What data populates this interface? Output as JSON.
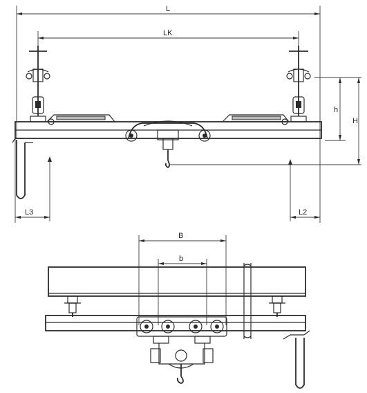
{
  "labels": {
    "L": "L",
    "LK": "LK",
    "h": "h",
    "H": "H",
    "L3": "L3",
    "L2": "L2",
    "B": "B",
    "b": "b"
  }
}
